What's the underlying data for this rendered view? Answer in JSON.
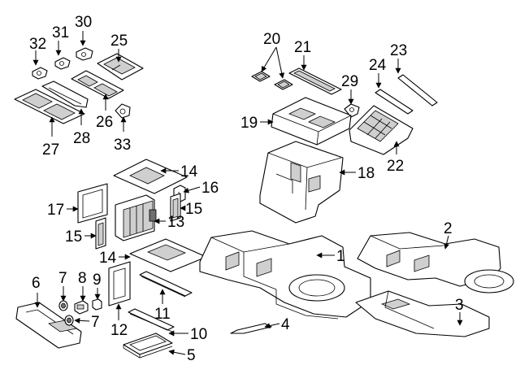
{
  "callouts": [
    {
      "id": "c1",
      "label": "1"
    },
    {
      "id": "c2",
      "label": "2"
    },
    {
      "id": "c3",
      "label": "3"
    },
    {
      "id": "c4",
      "label": "4"
    },
    {
      "id": "c5",
      "label": "5"
    },
    {
      "id": "c6",
      "label": "6"
    },
    {
      "id": "c7a",
      "label": "7"
    },
    {
      "id": "c7b",
      "label": "7"
    },
    {
      "id": "c8",
      "label": "8"
    },
    {
      "id": "c9",
      "label": "9"
    },
    {
      "id": "c10",
      "label": "10"
    },
    {
      "id": "c11",
      "label": "11"
    },
    {
      "id": "c12",
      "label": "12"
    },
    {
      "id": "c13",
      "label": "13"
    },
    {
      "id": "c14a",
      "label": "14"
    },
    {
      "id": "c14b",
      "label": "14"
    },
    {
      "id": "c15a",
      "label": "15"
    },
    {
      "id": "c15b",
      "label": "15"
    },
    {
      "id": "c16",
      "label": "16"
    },
    {
      "id": "c17",
      "label": "17"
    },
    {
      "id": "c18",
      "label": "18"
    },
    {
      "id": "c19",
      "label": "19"
    },
    {
      "id": "c20",
      "label": "20"
    },
    {
      "id": "c21",
      "label": "21"
    },
    {
      "id": "c22",
      "label": "22"
    },
    {
      "id": "c23",
      "label": "23"
    },
    {
      "id": "c24",
      "label": "24"
    },
    {
      "id": "c25",
      "label": "25"
    },
    {
      "id": "c26",
      "label": "26"
    },
    {
      "id": "c27",
      "label": "27"
    },
    {
      "id": "c28",
      "label": "28"
    },
    {
      "id": "c29",
      "label": "29"
    },
    {
      "id": "c30",
      "label": "30"
    },
    {
      "id": "c31",
      "label": "31"
    },
    {
      "id": "c32",
      "label": "32"
    },
    {
      "id": "c33",
      "label": "33"
    }
  ],
  "colors": {
    "line": "#000000",
    "background": "#ffffff",
    "shade": "#cfcfcf"
  }
}
